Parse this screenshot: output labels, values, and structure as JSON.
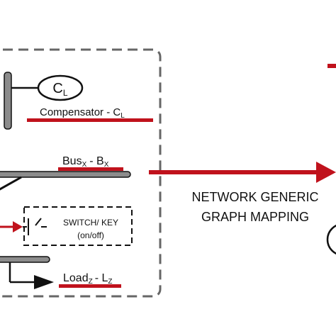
{
  "compensator": {
    "symbol_main": "C",
    "symbol_sub": "L",
    "label_main": "Compensator - C",
    "label_sub": "L"
  },
  "bus": {
    "label_a": "Bus",
    "label_a_sub": "X",
    "label_sep": "- B",
    "label_b_sub": "X"
  },
  "switch": {
    "line1": "SWITCH/ KEY",
    "line2": "(on/off)"
  },
  "load": {
    "label_a": "Load",
    "label_a_sub": "Z",
    "label_sep": "- L",
    "label_b_sub": "Z"
  },
  "mapping": {
    "line1": "NETWORK GENERIC",
    "line2": "GRAPH MAPPING"
  },
  "colors": {
    "accent_red": "#c0121c",
    "bar_gray": "#8c8c8c",
    "dash_gray": "#666666",
    "ink": "#111111"
  }
}
